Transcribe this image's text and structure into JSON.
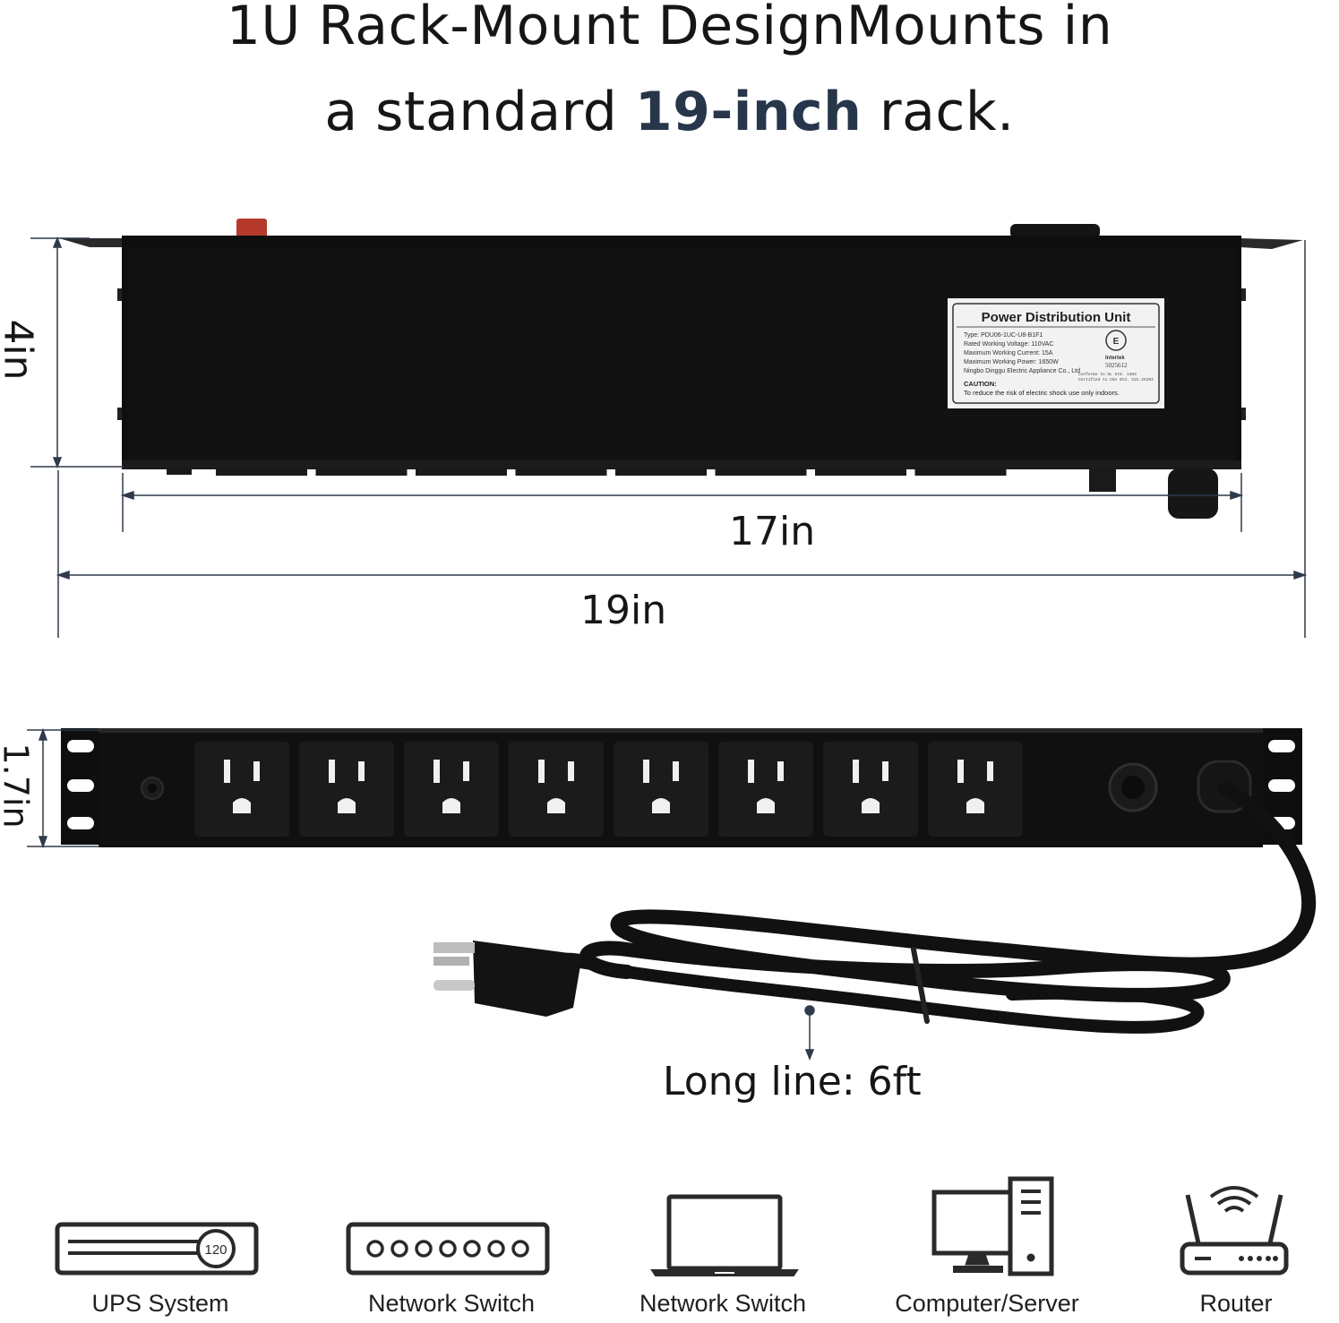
{
  "headline": {
    "line1": "1U Rack-Mount DesignMounts in",
    "line2_pre": "a standard ",
    "line2_bold": "19-inch",
    "line2_post": " rack."
  },
  "dimensions": {
    "height_top": "4in",
    "width_inner": "17in",
    "width_outer": "19in",
    "height_front": "1.7in",
    "cord": "Long line: 6ft"
  },
  "label_plate": {
    "title": "Power Distribution Unit",
    "lines": [
      "Type: PDU06-1UC-U8-B1F1",
      "Rated Working Voltage: 110VAC",
      "Maximum Working Current: 15A",
      "Maximum Working Power: 1650W",
      "Ningbo Dinggu Electric Appliance Co., Ltd"
    ],
    "cert_brand": "Intertek",
    "cert_number": "5025612",
    "cert_small_1": "Conforms to UL Std. 1363",
    "cert_small_2": "Certified to CSA Std. C22.2#203",
    "caution_title": "CAUTION:",
    "caution_text": "To reduce the risk of electric shock use only indoors."
  },
  "outlets_count": 8,
  "ups_display": "120",
  "devices": [
    {
      "label": "UPS System",
      "icon": "ups-icon"
    },
    {
      "label": "Network Switch",
      "icon": "network-switch-icon"
    },
    {
      "label": "Network Switch",
      "icon": "laptop-icon"
    },
    {
      "label": "Computer/Server",
      "icon": "computer-icon"
    },
    {
      "label": "Router",
      "icon": "router-icon"
    }
  ]
}
